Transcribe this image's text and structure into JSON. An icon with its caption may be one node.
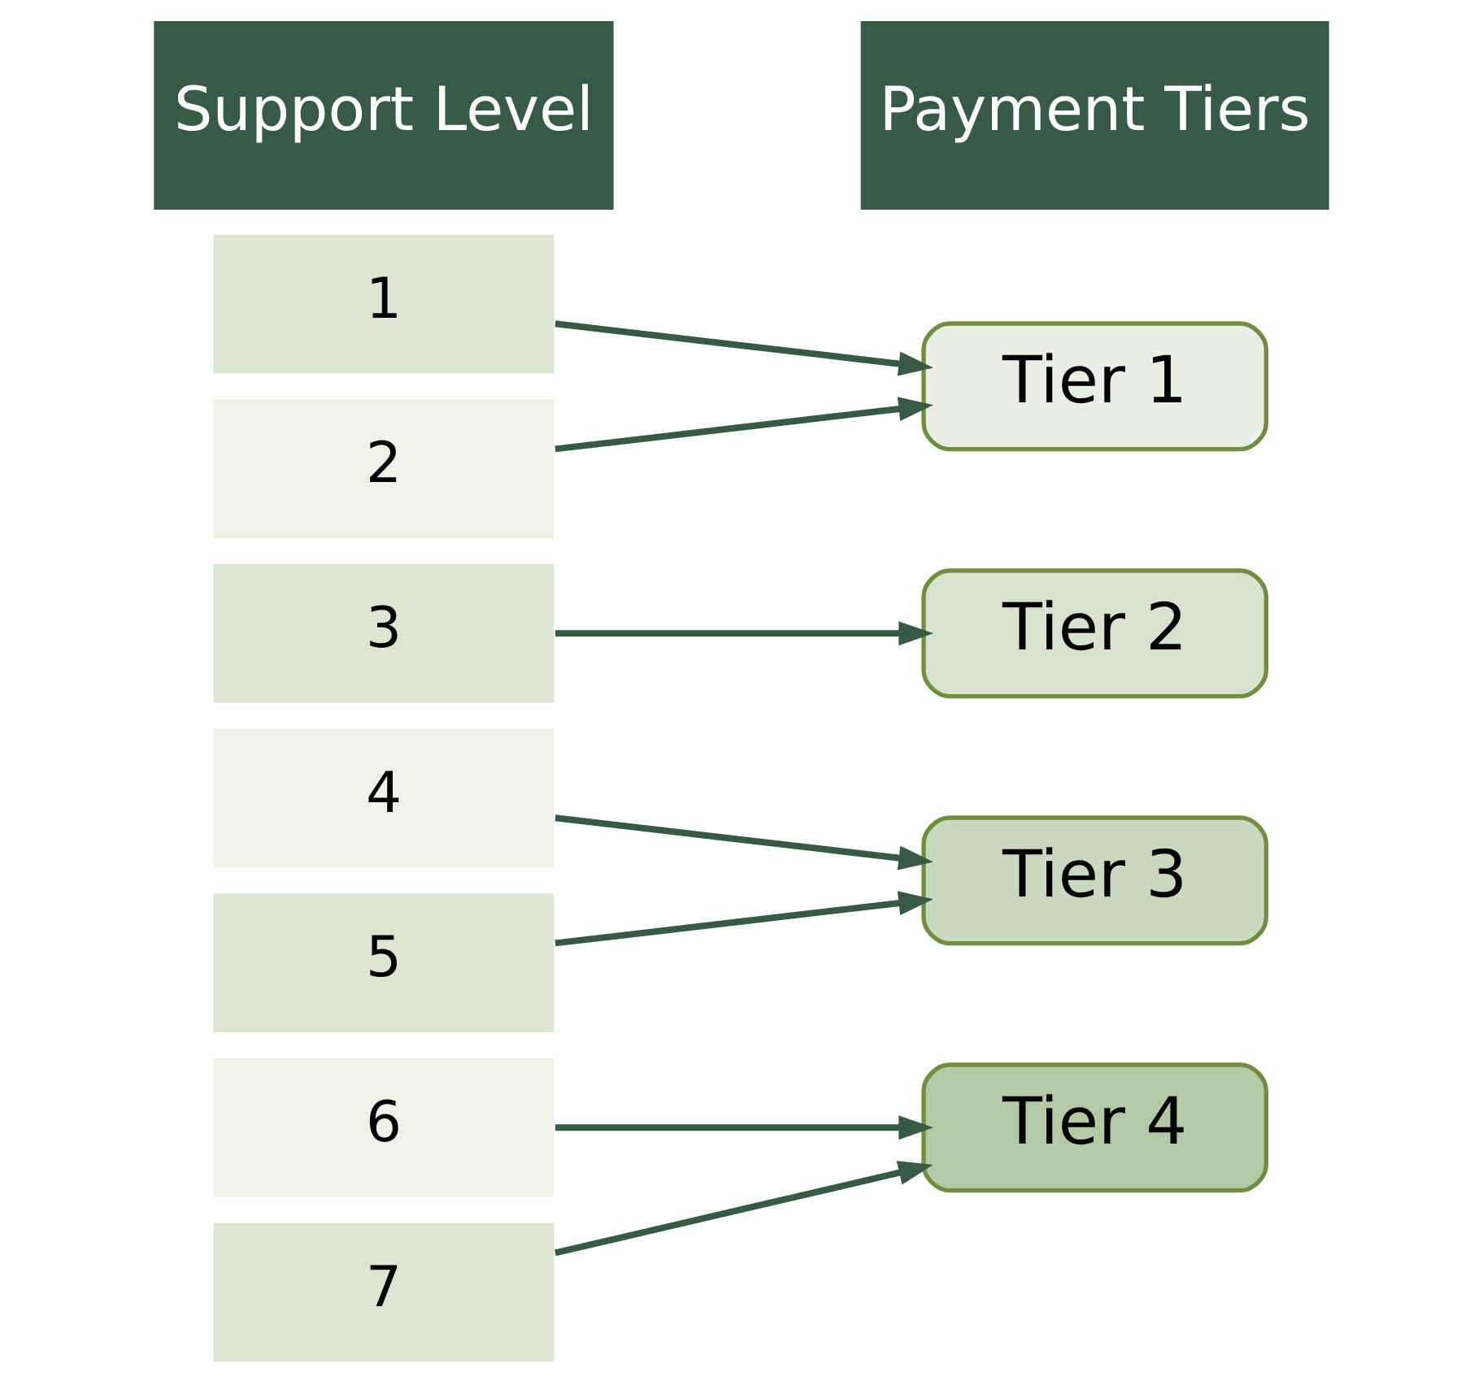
{
  "diagram": {
    "nodes": [
      {
        "text": [
          "Support Level"
        ]
      },
      {
        "text": [
          "1"
        ]
      },
      {
        "text": [
          "2"
        ]
      },
      {
        "text": [
          "3"
        ]
      },
      {
        "text": [
          "4"
        ]
      },
      {
        "text": [
          "5"
        ]
      },
      {
        "text": [
          "6"
        ]
      },
      {
        "text": [
          "7"
        ]
      },
      {
        "text": [
          "Payment Tiers"
        ]
      },
      {
        "text": [
          "Tier 1"
        ]
      },
      {
        "text": [
          "Tier 2"
        ]
      },
      {
        "text": [
          "Tier 3"
        ]
      },
      {
        "text": [
          "Tier 4"
        ]
      }
    ],
    "edges": [
      {
        "from": 1,
        "to": 9,
        "arrow": "to"
      },
      {
        "from": 2,
        "to": 9,
        "arrow": "to"
      },
      {
        "from": 3,
        "to": 10,
        "arrow": "to"
      },
      {
        "from": 4,
        "to": 11,
        "arrow": "to"
      },
      {
        "from": 5,
        "to": 11,
        "arrow": "to"
      },
      {
        "from": 6,
        "to": 12,
        "arrow": "to"
      },
      {
        "from": 7,
        "to": 12,
        "arrow": "to"
      }
    ]
  }
}
